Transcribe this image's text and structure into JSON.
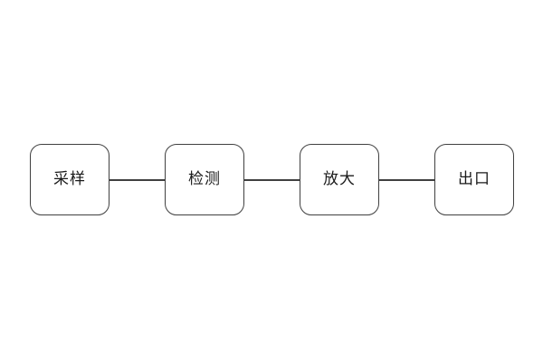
{
  "diagram": {
    "type": "flowchart",
    "orientation": "horizontal",
    "nodes": [
      {
        "id": "sampling",
        "label": "采样"
      },
      {
        "id": "detection",
        "label": "检测"
      },
      {
        "id": "amplification",
        "label": "放大"
      },
      {
        "id": "exit",
        "label": "出口"
      }
    ],
    "connections": [
      {
        "from": "sampling",
        "to": "detection"
      },
      {
        "from": "detection",
        "to": "amplification"
      },
      {
        "from": "amplification",
        "to": "exit"
      }
    ],
    "colors": {
      "background": "#ffffff",
      "node_border": "#404040",
      "connector_line": "#404040",
      "label_text": "#1a1a1a"
    }
  }
}
